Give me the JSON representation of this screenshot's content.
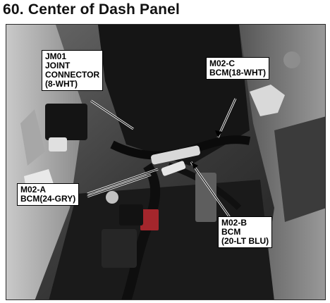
{
  "page": {
    "title": "60. Center of Dash Panel"
  },
  "labels": {
    "jm01": {
      "lines": [
        "JM01",
        "JOINT",
        "CONNECTOR",
        "(8-WHT)"
      ]
    },
    "m02c": {
      "lines": [
        "M02-C",
        "BCM(18-WHT)"
      ]
    },
    "m02a": {
      "lines": [
        "M02-A",
        "BCM(24-GRY)"
      ]
    },
    "m02b": {
      "lines": [
        "M02-B",
        "BCM",
        "(20-LT BLU)"
      ]
    }
  }
}
